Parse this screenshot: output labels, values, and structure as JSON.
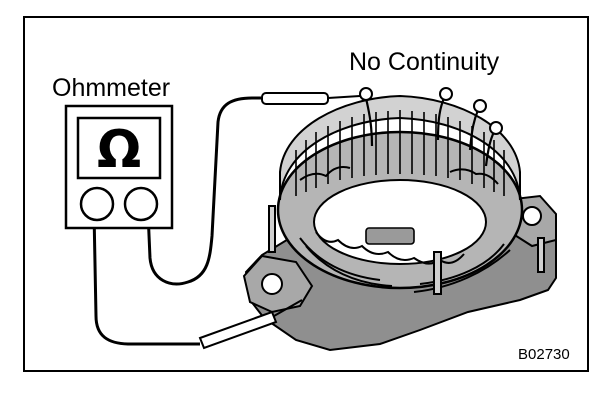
{
  "labels": {
    "result": "No Continuity",
    "instrument": "Ohmmeter",
    "figure_code": "B02730"
  },
  "meter": {
    "symbol": "Ω",
    "icon": "ohm-symbol-icon"
  },
  "colors": {
    "ink": "#000000",
    "paper": "#ffffff",
    "stator_fill": "#9a9a9a",
    "stator_shade": "#6e6e6e"
  }
}
